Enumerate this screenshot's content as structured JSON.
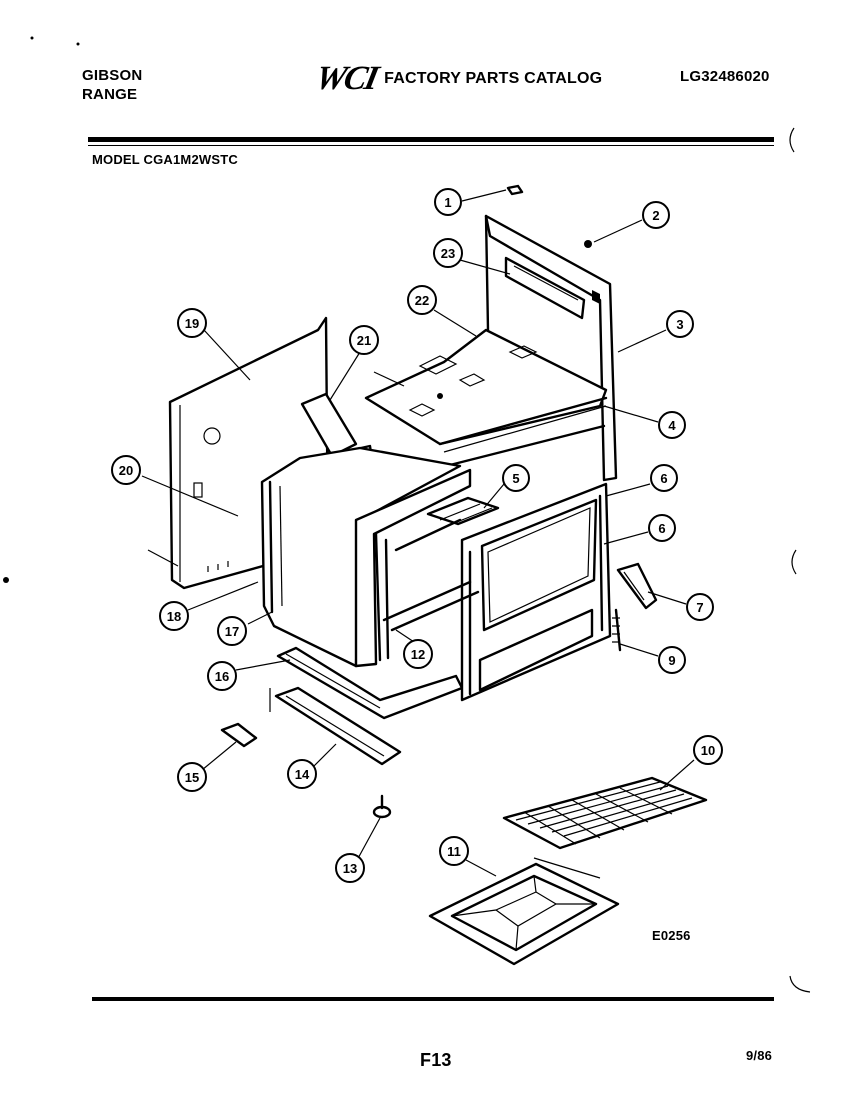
{
  "header": {
    "brand_line1": "GIBSON",
    "brand_line2": "RANGE",
    "logo_text": "WCI",
    "catalog_title": "FACTORY PARTS CATALOG",
    "catalog_number": "LG32486020"
  },
  "model_label": "MODEL CGA1M2WSTC",
  "figure_code": "E0256",
  "footer": {
    "page": "F13",
    "date": "9/86"
  },
  "callouts": [
    "1",
    "2",
    "3",
    "4",
    "5",
    "6",
    "6",
    "7",
    "9",
    "10",
    "11",
    "12",
    "13",
    "14",
    "15",
    "16",
    "17",
    "18",
    "19",
    "20",
    "21",
    "22",
    "23"
  ]
}
